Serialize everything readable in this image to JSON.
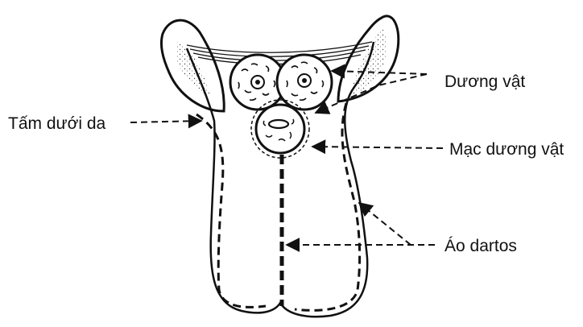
{
  "labels": {
    "penis": "Dương vật",
    "subcutaneous_layer": "Tấm dưới da",
    "penile_fascia": "Mạc dương vật",
    "dartos_tunic": "Áo dartos"
  },
  "colors": {
    "ink": "#111111",
    "paper": "#ffffff",
    "stipple": "#555555"
  }
}
